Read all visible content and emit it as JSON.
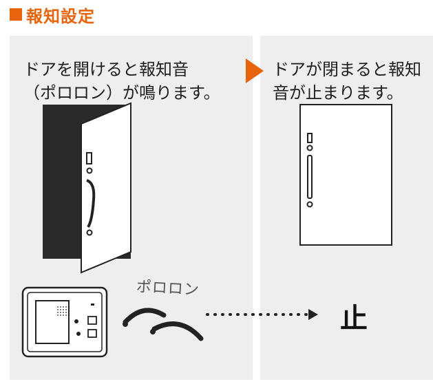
{
  "title": "報知設定",
  "left_panel": {
    "caption": "ドアを開けると報知音\n（ポロロン）が鳴ります。",
    "door_state": "open"
  },
  "right_panel": {
    "caption": "ドアが閉まると報知\n音が止まります。",
    "door_state": "closed"
  },
  "sound_label": "ポロロン",
  "stop_label": "止",
  "colors": {
    "accent": "#e8640c",
    "panel_bg": "#eeeeee",
    "door_dark": "#2a2a2a"
  }
}
